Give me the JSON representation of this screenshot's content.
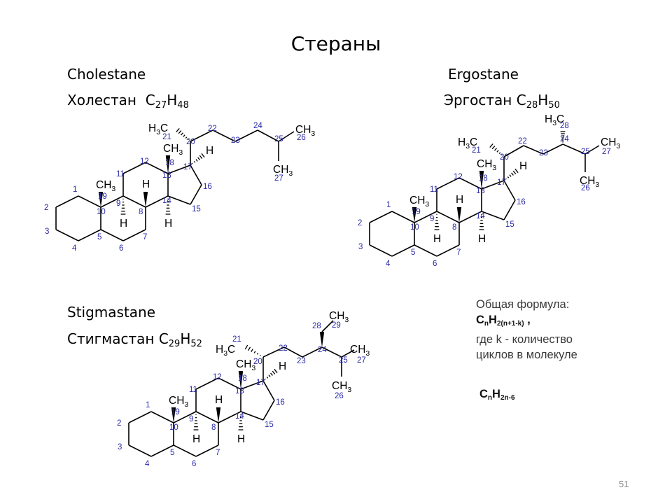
{
  "slide": {
    "title": "Стераны",
    "page_number": "51"
  },
  "compounds": {
    "cholestane": {
      "name_en": "Cholestane",
      "name_ru": "Холестан",
      "formula": {
        "c": "C",
        "c_sub": "27",
        "h": "H",
        "h_sub": "48"
      }
    },
    "ergostane": {
      "name_en": "Ergostane",
      "name_ru": "Эргостан",
      "formula": {
        "c": "C",
        "c_sub": "28",
        "h": "H",
        "h_sub": "50"
      }
    },
    "stigmastane": {
      "name_en": "Stigmastane",
      "name_ru": "Стигмастан",
      "formula": {
        "c": "C",
        "c_sub": "29",
        "h": "H",
        "h_sub": "52"
      }
    }
  },
  "general_formula": {
    "line1": "Общая формула:",
    "formula_c": "C",
    "formula_n": "n",
    "formula_h": "H",
    "formula_sub": "2(n+1-k)",
    "formula_tail": " ,",
    "line3": "где k - количество",
    "line4": "циклов в молекуле",
    "steranes_c": "C",
    "steranes_n": "n",
    "steranes_h": "H",
    "steranes_sub": "2n-6"
  },
  "structure_labels": {
    "ch3_c": "CH",
    "ch3_sub": "3",
    "h3c_h": "H",
    "h3c_sub": "3",
    "h3c_c": "C",
    "h": "H",
    "atom_numbers": [
      "1",
      "2",
      "3",
      "4",
      "5",
      "6",
      "7",
      "8",
      "9",
      "10",
      "11",
      "12",
      "13",
      "14",
      "15",
      "16",
      "17",
      "18",
      "19",
      "20",
      "21",
      "22",
      "23",
      "24",
      "25",
      "26",
      "27",
      "28",
      "29"
    ]
  }
}
